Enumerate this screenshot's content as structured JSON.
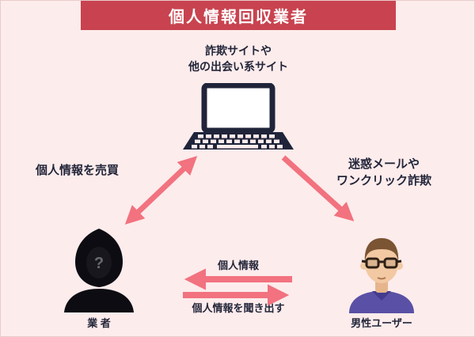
{
  "colors": {
    "background": "#fdecec",
    "banner_bg": "#c8434f",
    "banner_text": "#ffffff",
    "text": "#23263a",
    "arrow": "#f2727f",
    "laptop": "#20243a",
    "hoodie": "#0c0c12",
    "skin": "#f2c9a2",
    "hair": "#7a5433",
    "shirt": "#5a50a5"
  },
  "banner": {
    "title": "個人情報回収業者"
  },
  "site": {
    "label_line1": "詐欺サイトや",
    "label_line2": "他の出会い系サイト"
  },
  "edges": {
    "site_vendor_label": "個人情報を売買",
    "site_user_label_line1": "迷惑メールや",
    "site_user_label_line2": "ワンクリック詐欺",
    "user_to_vendor_label": "個人情報",
    "vendor_to_user_label": "個人情報を聞き出す"
  },
  "actors": {
    "vendor_label": "業 者",
    "vendor_mark": "?",
    "user_label": "男性ユーザー"
  },
  "icons": {
    "laptop": "laptop-icon",
    "vendor": "hooded-person-icon",
    "user": "male-user-icon"
  }
}
